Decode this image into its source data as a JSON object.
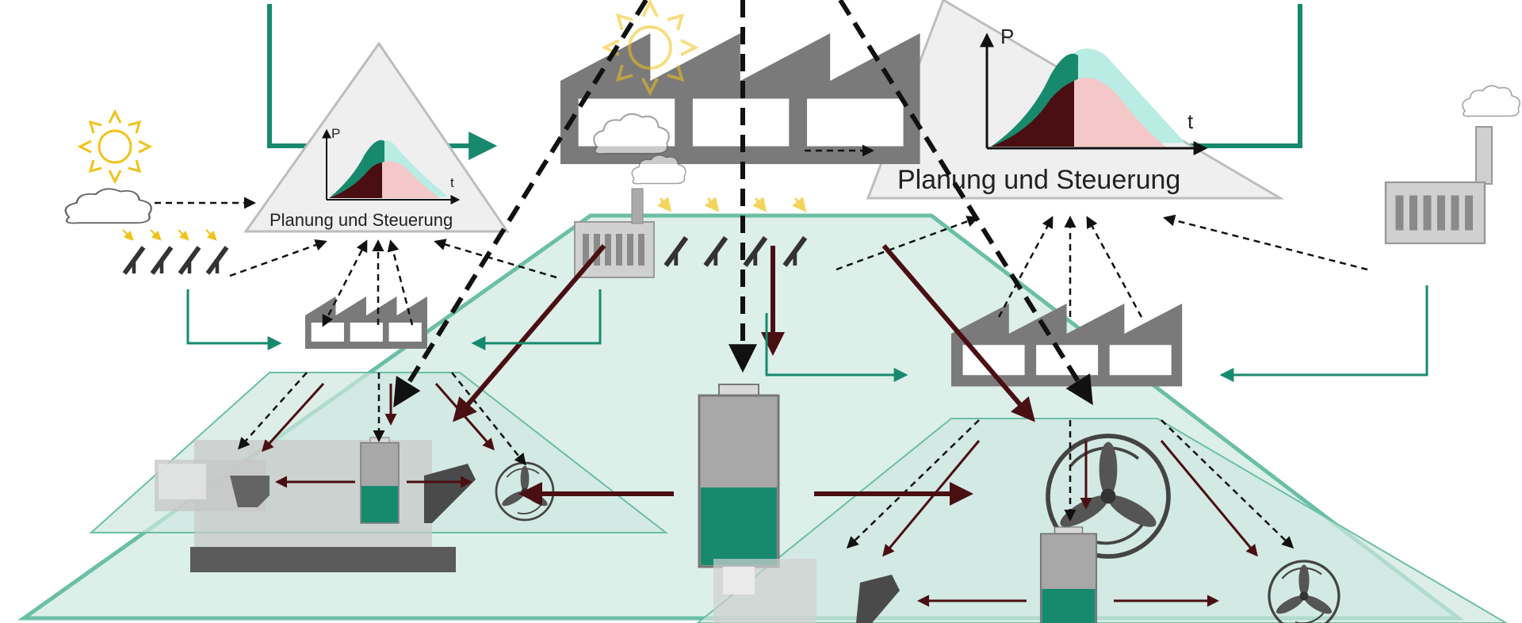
{
  "diagram": {
    "planning_label": "Planung und Steuerung",
    "axis_power": "P",
    "axis_time": "t",
    "colors": {
      "accent_green": "#178a6e",
      "dark_red": "#4a0f12",
      "factory_gray": "#7a7a7a",
      "pyramid_fill": "#dcefe9",
      "sun_yellow": "#f2c21a"
    }
  }
}
